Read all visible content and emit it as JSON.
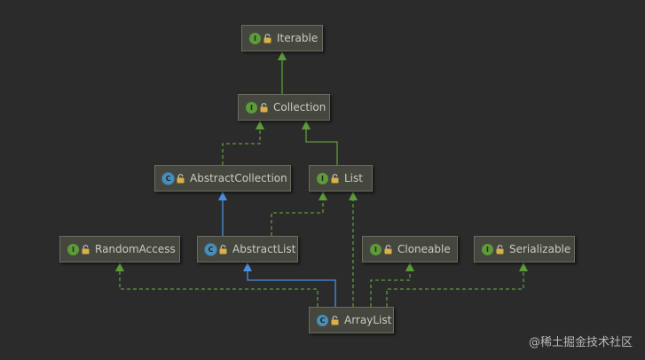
{
  "nodes": [
    {
      "id": "iterable",
      "label": "Iterable",
      "kind": "interface",
      "kind_letter": "I"
    },
    {
      "id": "collection",
      "label": "Collection",
      "kind": "interface",
      "kind_letter": "I"
    },
    {
      "id": "abstractcollection",
      "label": "AbstractCollection",
      "kind": "abstract-class",
      "kind_letter": "C"
    },
    {
      "id": "list",
      "label": "List",
      "kind": "interface",
      "kind_letter": "I"
    },
    {
      "id": "randomaccess",
      "label": "RandomAccess",
      "kind": "interface",
      "kind_letter": "I"
    },
    {
      "id": "abstractlist",
      "label": "AbstractList",
      "kind": "abstract-class",
      "kind_letter": "C"
    },
    {
      "id": "cloneable",
      "label": "Cloneable",
      "kind": "interface",
      "kind_letter": "I"
    },
    {
      "id": "serializable",
      "label": "Serializable",
      "kind": "interface",
      "kind_letter": "I"
    },
    {
      "id": "arraylist",
      "label": "ArrayList",
      "kind": "class",
      "kind_letter": "C"
    }
  ],
  "edges": [
    {
      "from": "collection",
      "to": "iterable",
      "type": "extends-interface"
    },
    {
      "from": "abstractcollection",
      "to": "collection",
      "type": "implements"
    },
    {
      "from": "list",
      "to": "collection",
      "type": "extends-interface"
    },
    {
      "from": "abstractlist",
      "to": "abstractcollection",
      "type": "extends-class"
    },
    {
      "from": "abstractlist",
      "to": "list",
      "type": "implements"
    },
    {
      "from": "arraylist",
      "to": "randomaccess",
      "type": "implements"
    },
    {
      "from": "arraylist",
      "to": "abstractlist",
      "type": "extends-class"
    },
    {
      "from": "arraylist",
      "to": "list",
      "type": "implements"
    },
    {
      "from": "arraylist",
      "to": "cloneable",
      "type": "implements"
    },
    {
      "from": "arraylist",
      "to": "serializable",
      "type": "implements"
    }
  ],
  "colors": {
    "background": "#2b2b2b",
    "interface_edge": "#5d9b3a",
    "class_edge": "#4a8fdb",
    "interface_icon": "#5d9b3a",
    "class_icon": "#4a8fb5"
  },
  "icons": {
    "visibility": "unlocked-padlock-icon"
  },
  "watermark": "@稀土掘金技术社区"
}
